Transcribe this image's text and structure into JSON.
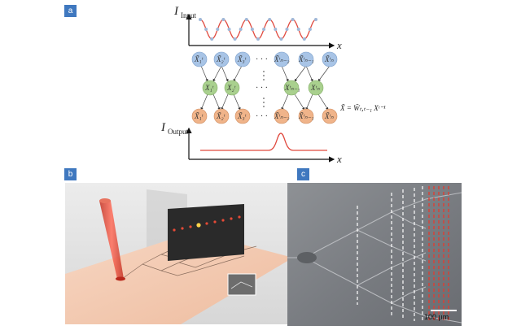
{
  "panels": [
    {
      "id": "a",
      "label": "a"
    },
    {
      "id": "b",
      "label": "b"
    },
    {
      "id": "c",
      "label": "c"
    }
  ],
  "panel_a": {
    "input_axis_label": "I",
    "input_axis_subscript": "Input",
    "output_axis_label": "I",
    "output_axis_subscript": "Output",
    "x_axis_label": "x",
    "ellipsis": "· · ·",
    "layer1_nodes": [
      "X̃₁ᵗ",
      "X̃₂ᵗ",
      "X̃₃ᵗ",
      "X̃ᵗₙ₋₂",
      "X̃ᵗₙ₋₁",
      "X̃ᵗₙ"
    ],
    "layer2_nodes": [
      "X₁ᵗ",
      "X₂ᵗ",
      "Xᵗₙ₋₁",
      "Xᵗₙ"
    ],
    "layer3_nodes": [
      "X̃₁ᵗ",
      "X̃₂ᵗ",
      "X̃₃ᵗ",
      "X̃ᵗₙ₋₂",
      "X̃ᵗₙ₋₁",
      "X̃ᵗₙ"
    ],
    "equation": "X̃ = W̃ₜ,ₜ₋₁ Xᵗ⁻¹",
    "colors": {
      "input_node": "#a8c4e6",
      "hidden_node": "#a9d08e",
      "output_node": "#f0b48a",
      "curve": "#e04a3f"
    }
  },
  "panel_c": {
    "scale_bar_label": "100 µm"
  }
}
